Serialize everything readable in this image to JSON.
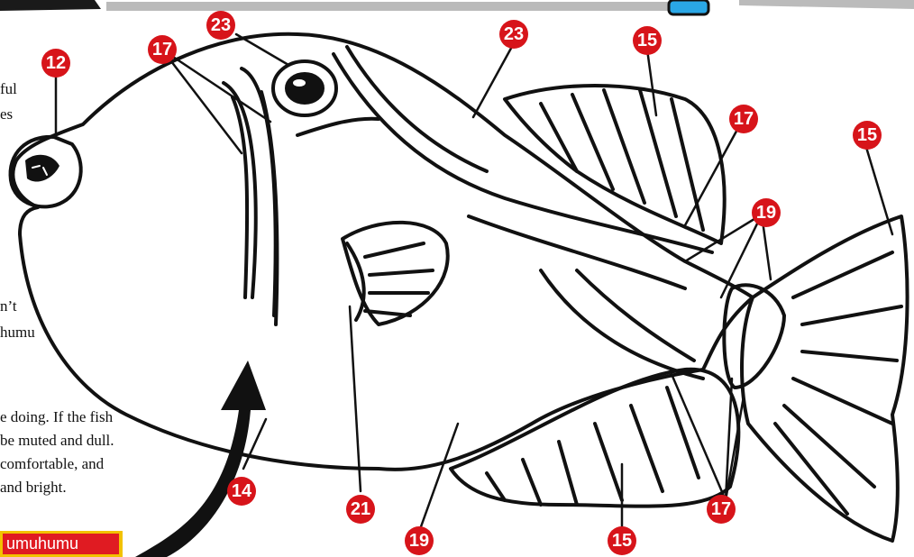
{
  "colors": {
    "number_badge": "#d7141a",
    "label_box_fill": "#e01b22",
    "label_box_border": "#f2c200",
    "outline": "#111111",
    "header_accent": "#2aa7e6"
  },
  "left_text": {
    "line1": "ful",
    "line2": "es",
    "line3": "n’t",
    "line4": "humu",
    "line5": "e doing. If the fish",
    "line6": "be muted and dull.",
    "line7": "comfortable, and",
    "line8": "and bright."
  },
  "label_box_text": "umuhumu",
  "numbers": {
    "n12": "12",
    "n17_a": "17",
    "n23_a": "23",
    "n23_b": "23",
    "n15_a": "15",
    "n17_b": "17",
    "n15_b": "15",
    "n19_a": "19",
    "n14": "14",
    "n21": "21",
    "n19_b": "19",
    "n15_c": "15",
    "n17_c": "17"
  }
}
